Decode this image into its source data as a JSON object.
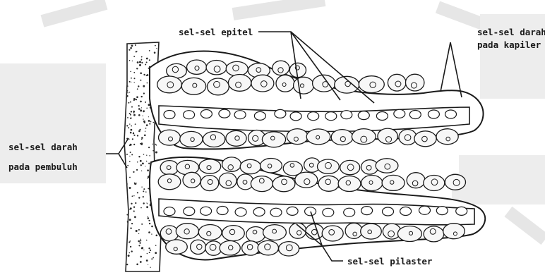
{
  "labels": {
    "epithelial": "sel-sel epitel",
    "capillary": [
      "sel-sel darah",
      "pada kapiler"
    ],
    "vessel": [
      "sel-sel darah",
      "pada pembuluh"
    ],
    "pillar": "sel-sel pilaster"
  },
  "colors": {
    "ink": "#1a1a1a",
    "paper": "#ffffff",
    "watermark": "#e4e4e4",
    "stipple": "#2a2a2a",
    "cell_fill": "#f7f7f7"
  }
}
